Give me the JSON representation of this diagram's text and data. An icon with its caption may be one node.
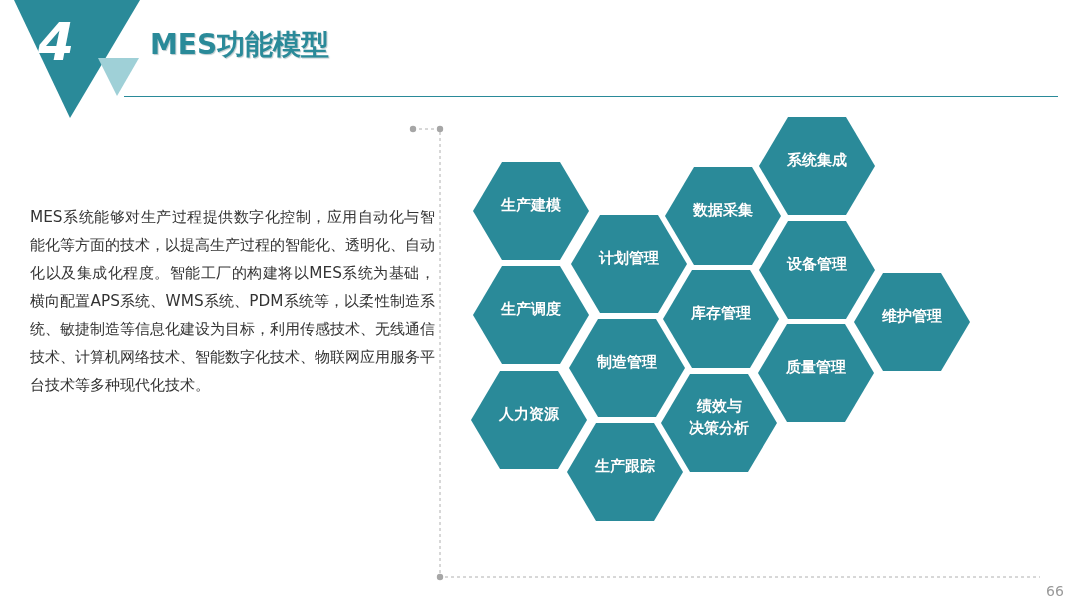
{
  "diagram": {
    "title": "MES功能模型",
    "nodes": [
      {
        "text": [
          "生产建模"
        ]
      },
      {
        "text": [
          "生产调度"
        ]
      },
      {
        "text": [
          "人力资源"
        ]
      },
      {
        "text": [
          "计划管理"
        ]
      },
      {
        "text": [
          "制造管理"
        ]
      },
      {
        "text": [
          "生产跟踪"
        ]
      },
      {
        "text": [
          "数据采集"
        ]
      },
      {
        "text": [
          "库存管理"
        ]
      },
      {
        "text": [
          "绩效与决策分析"
        ]
      },
      {
        "text": [
          "系统集成"
        ]
      },
      {
        "text": [
          "设备管理"
        ]
      },
      {
        "text": [
          "质量管理"
        ]
      },
      {
        "text": [
          "维护管理"
        ]
      }
    ],
    "edges": [],
    "labels": [
      "4",
      "MES系统能够对生产过程提供数字化控制，应用自动化与智能化等方面的技术，以提高生产过程的智能化、透明化、自动化以及集成化程度。智能工厂的构建将以MES系统为基础，横向配置APS系统、WMS系统、PDM系统等，以柔性制造系统、敏捷制造等信息化建设为目标，利用传感技术、无线通信技术、计算机网络技术、智能数字化技术、物联网应用服务平台技术等多种现代化技术。",
      "66"
    ]
  }
}
